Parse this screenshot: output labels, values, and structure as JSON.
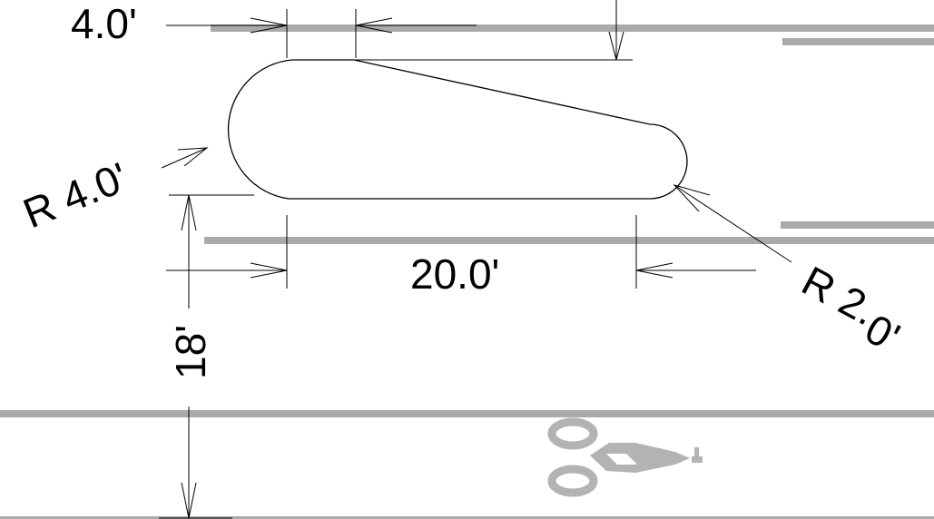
{
  "diagram": {
    "labels": {
      "top_width": "4.0'",
      "length": "20.0'",
      "large_radius": "R 4.0'",
      "small_radius_prefix": "R 2.",
      "small_radius_suffix": "0'",
      "offset": "18'"
    },
    "colors": {
      "line_gray": "#aaaaaa",
      "outline": "#000000",
      "symbol_gray": "#b3b3b3"
    },
    "icons": [
      "bicycle-symbol-icon"
    ]
  }
}
